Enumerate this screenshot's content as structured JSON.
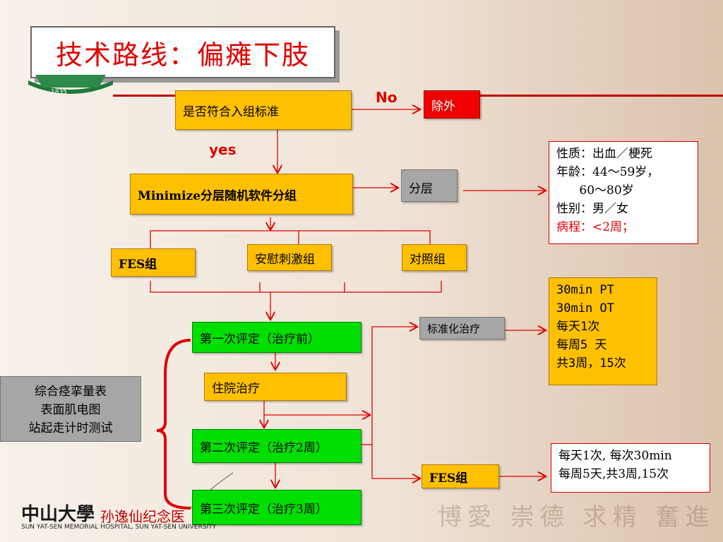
{
  "title": "技术路线：偏瘫下肢",
  "badge_text": "1835",
  "labels": {
    "no": "No",
    "yes": "yes"
  },
  "boxes": {
    "criteria": "是否符合入组标准",
    "exclude": "除外",
    "randomize": "Minimize分层随机软件分组",
    "stratify": "分层",
    "fes_group": "FES组",
    "placebo": "安慰刺激组",
    "control": "对照组",
    "eval1": "第一次评定（治疗前）",
    "hospital": "住院治疗",
    "eval2": "第二次评定（治疗2周）",
    "eval3": "第三次评定（治疗3周）",
    "standard": "标准化治疗",
    "fes_group2": "FES组"
  },
  "strata": {
    "lines": [
      "性质：出血／梗死",
      "年龄：44～59岁，",
      "      60～80岁",
      "性别：男／女"
    ],
    "course": "病程：<2周；"
  },
  "standard_detail": [
    "30min PT",
    "30min OT",
    "每天1次",
    "每周5 天",
    "共3周，15次"
  ],
  "fes_detail": [
    "每天1次, 每次30min",
    "每周5天,共3周,15次"
  ],
  "assessments": [
    "综合痉挛量表",
    "表面肌电图",
    "站起走计时测试"
  ],
  "footer": {
    "logo_cn": "中山大學",
    "logo_cn2": "孙逸仙纪念医",
    "logo_en": "SUN YAT-SEN MEMORIAL HOSPITAL, SUN YAT-SEN UNIVERSITY",
    "watermark": "博愛 崇德 求精 奮進"
  }
}
